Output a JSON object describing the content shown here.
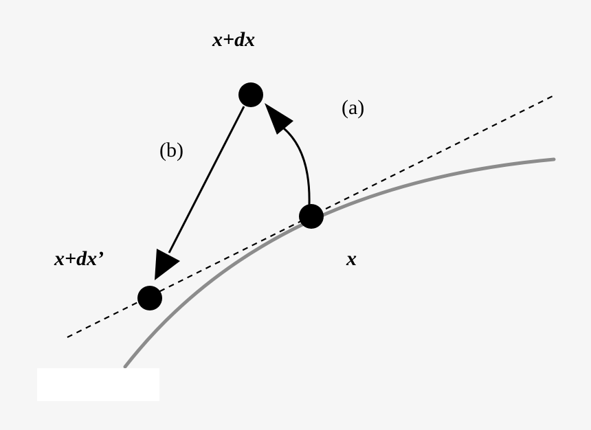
{
  "labels": {
    "x": "x",
    "x_plus_dx": "x+dx",
    "x_plus_dx_prime": "x+dx’",
    "step_a": "(a)",
    "step_b": "(b)"
  },
  "colors": {
    "background": "#f6f6f6",
    "curve": "#8c8c8c",
    "tangent": "#000000",
    "points": "#000000",
    "arrows": "#000000"
  }
}
